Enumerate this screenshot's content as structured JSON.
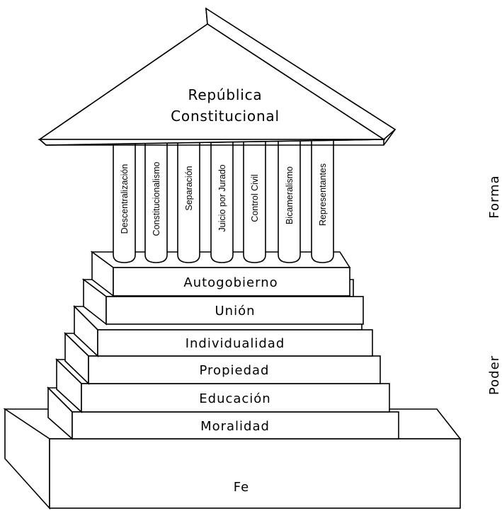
{
  "roof": {
    "line1": "República",
    "line2": "Constitucional"
  },
  "columns": [
    "Descentralización",
    "Constitucionalismo",
    "Separación",
    "Juicio por Jurado",
    "Control Civil",
    "Bicameralismo",
    "Representantes"
  ],
  "steps": [
    "Autogobierno",
    "Unión",
    "Individualidad",
    "Propiedad",
    "Educación",
    "Moralidad"
  ],
  "base": {
    "label": "Fe"
  },
  "side_labels": {
    "upper": "Forma",
    "lower": "Poder"
  },
  "colors": {
    "stroke": "#000000",
    "fill": "#ffffff",
    "text": "#000000"
  }
}
